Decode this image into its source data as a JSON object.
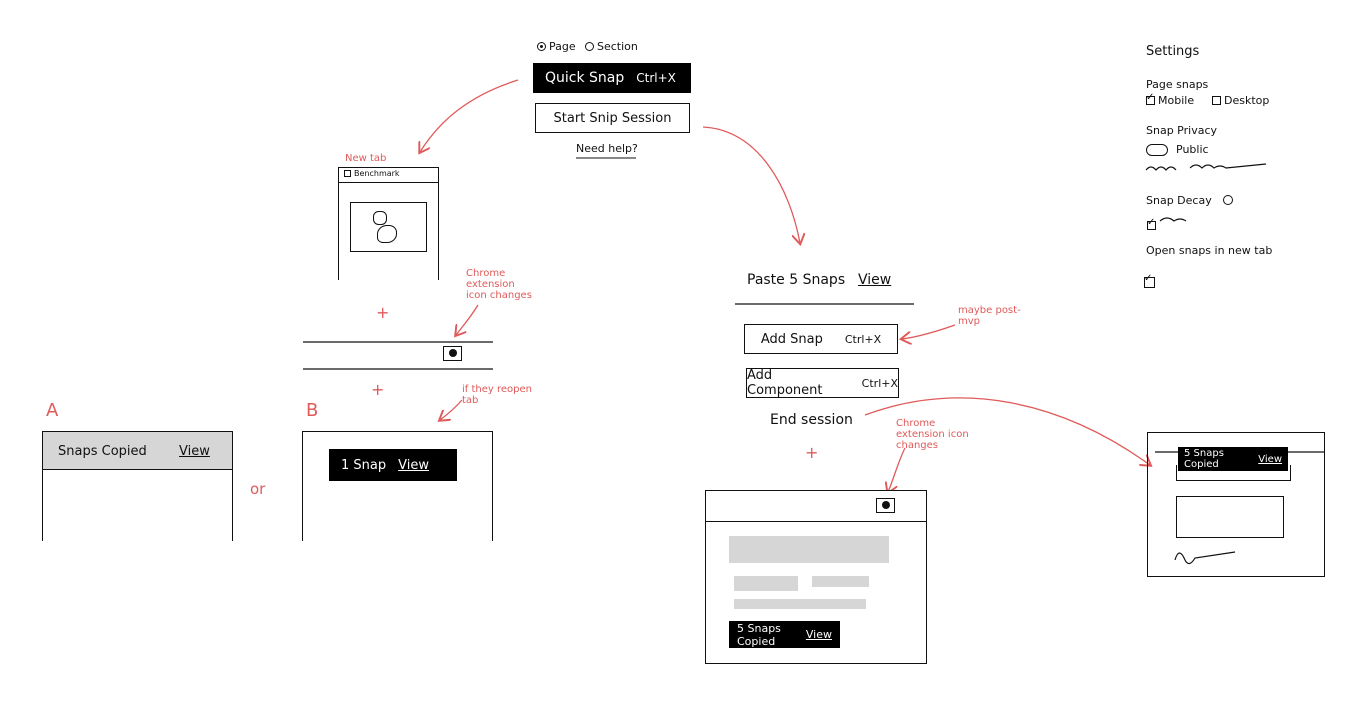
{
  "popup": {
    "option_page": "Page",
    "option_section": "Section",
    "quick_snap_label": "Quick Snap",
    "quick_snap_shortcut": "Ctrl+X",
    "start_session_label": "Start Snip Session",
    "help_link": "Need help?"
  },
  "new_tab": {
    "note": "New tab",
    "bookmark_label": "Benchmark"
  },
  "notes": {
    "chrome_icon_changes_1": "Chrome extension icon changes",
    "chrome_icon_changes_2": "Chrome extension icon changes",
    "if_they_reopen": "if they reopen tab",
    "maybe_post_mvp": "maybe post-mvp",
    "option_a": "A",
    "option_b": "B",
    "or": "or",
    "plus": "+"
  },
  "option_a": {
    "label": "Snaps Copied",
    "link": "View"
  },
  "option_b": {
    "label": "1 Snap",
    "link": "View"
  },
  "session": {
    "header_label": "Paste 5 Snaps",
    "header_link": "View",
    "add_snap_label": "Add Snap",
    "add_snap_shortcut": "Ctrl+X",
    "add_component_label": "Add Component",
    "add_component_shortcut": "Ctrl+X",
    "end_session_label": "End session"
  },
  "toast": {
    "label": "5 Snaps Copied",
    "link": "View"
  },
  "settings": {
    "title": "Settings",
    "page_snaps_heading": "Page snaps",
    "mobile_label": "Mobile",
    "desktop_label": "Desktop",
    "privacy_heading": "Snap Privacy",
    "privacy_value": "Public",
    "decay_heading": "Snap Decay",
    "open_new_tab_label": "Open snaps in new tab"
  },
  "colors": {
    "annotation": "#e05a5a",
    "ink": "#111111",
    "placeholder": "#d6d6d6"
  }
}
